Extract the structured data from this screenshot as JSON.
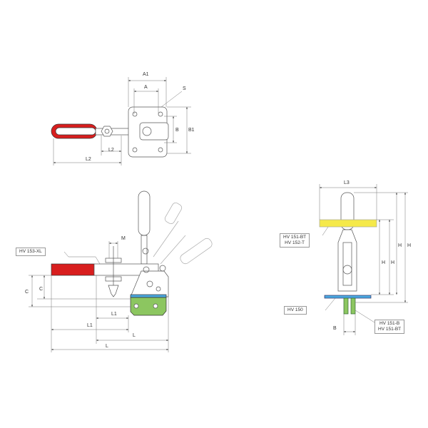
{
  "colors": {
    "handle": "#d81e1e",
    "yellow": "#f5e94a",
    "blue": "#4aa8e0",
    "green": "#8cc660",
    "line": "#555555"
  },
  "top_view": {
    "dims": {
      "a1": "A1",
      "a": "A",
      "s": "S",
      "b1": "B1",
      "b": "B",
      "l2_short": "L2",
      "l2_long": "L2"
    }
  },
  "side_view": {
    "callout": "HV 153-XL",
    "dims": {
      "m": "M",
      "c_inner": "C",
      "c_outer": "C",
      "l1_short": "L1",
      "l1_long": "L1",
      "l_short": "L",
      "l_long": "L"
    }
  },
  "front_view": {
    "callout_top": [
      "HV 151-BT",
      "HV 152-T"
    ],
    "callout_mid": "HV 150",
    "callout_bottom": [
      "HV 151-B",
      "HV 151-BT"
    ],
    "dims": {
      "l3": "L3",
      "b": "B",
      "h1": "H",
      "h2": "H",
      "h3": "H",
      "h4": "H"
    }
  }
}
